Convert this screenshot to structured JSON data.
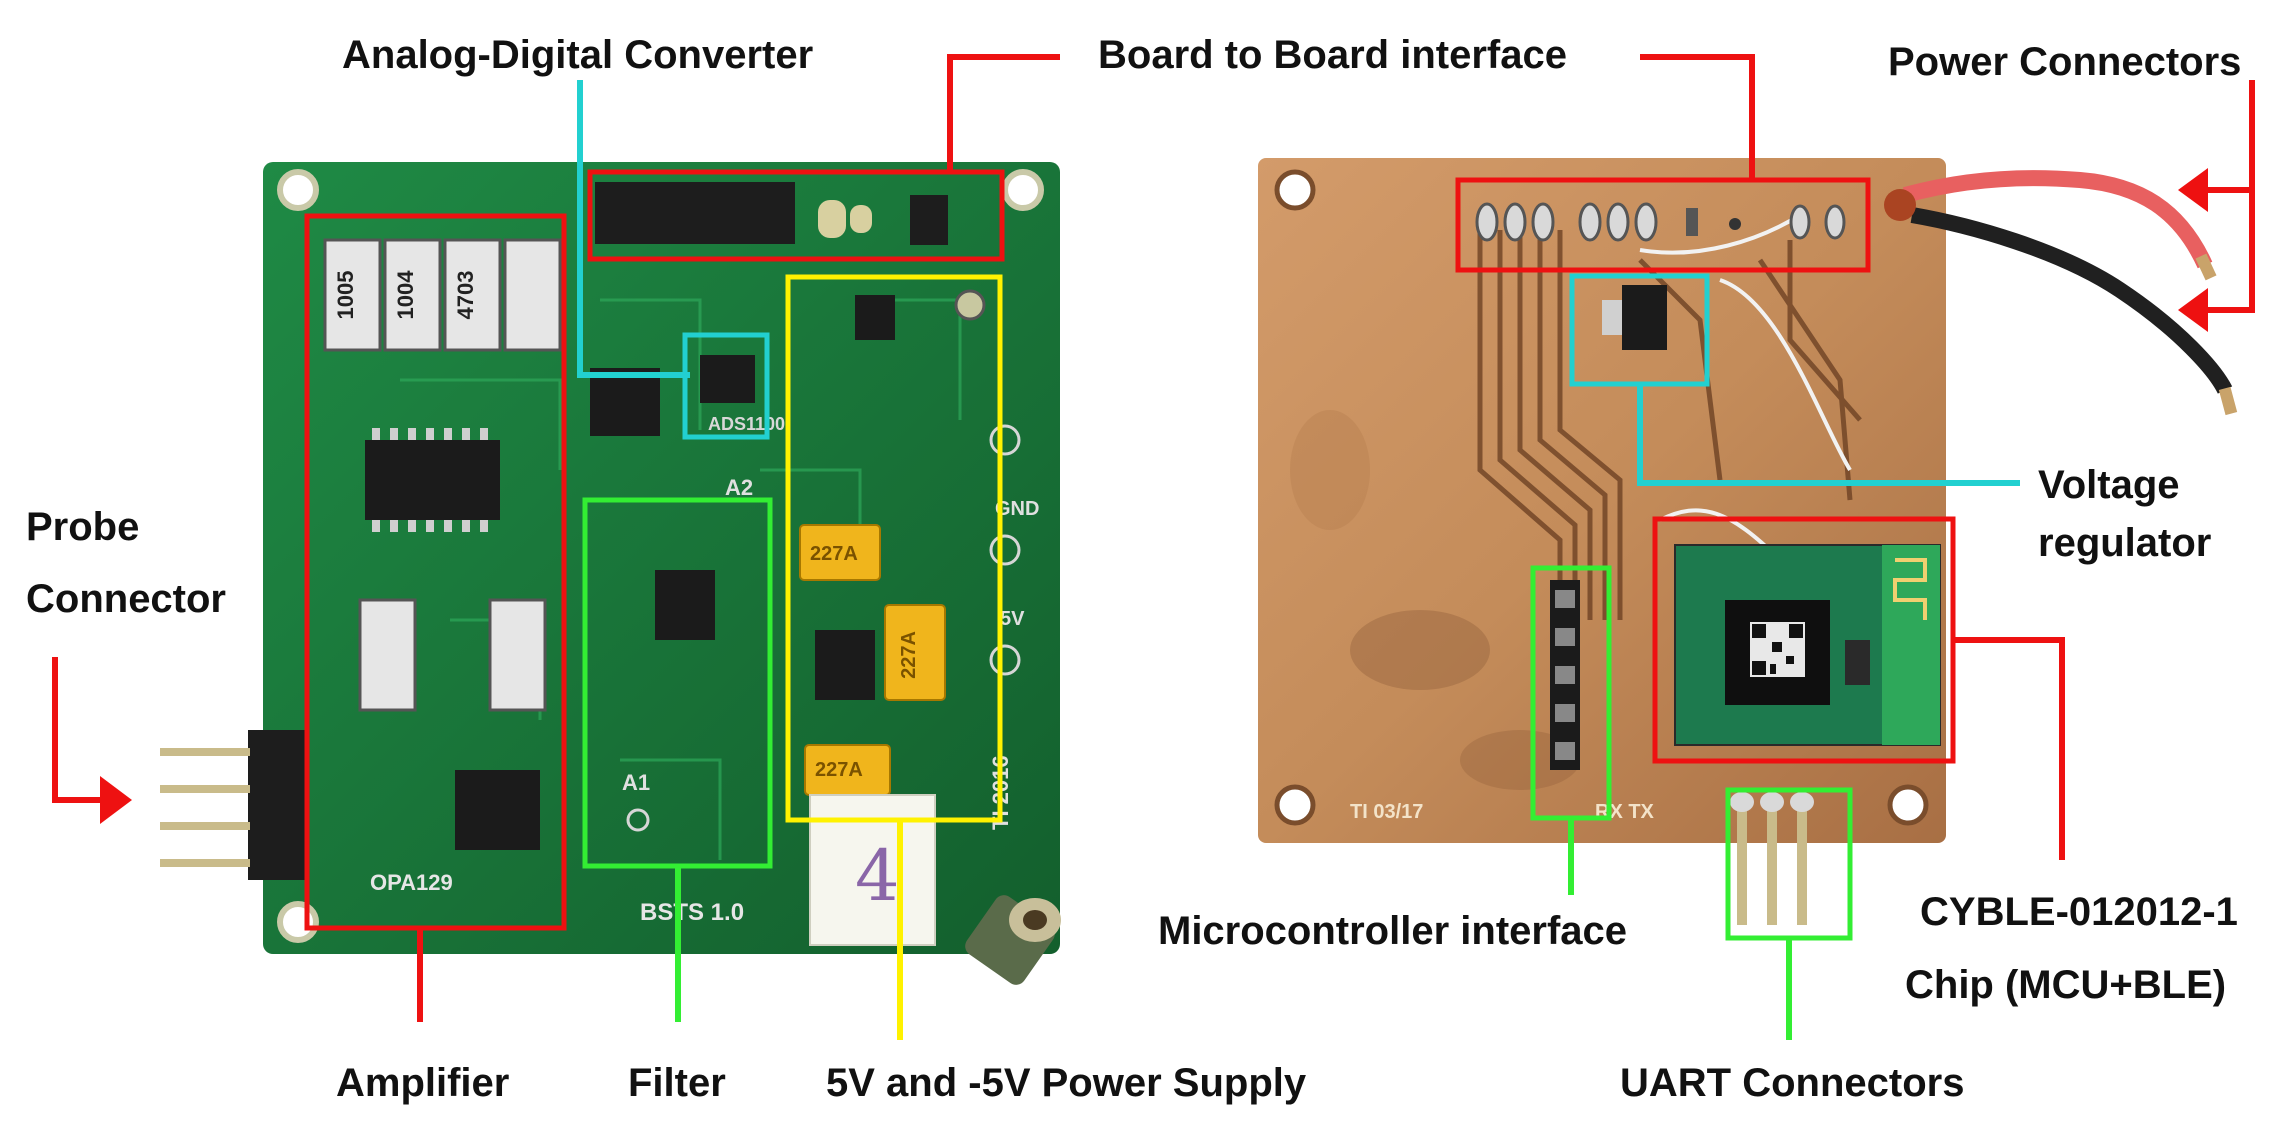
{
  "labels": {
    "adc": "Analog-Digital Converter",
    "board_to_board": "Board to Board interface",
    "power_connectors": "Power Connectors",
    "probe_line1": "Probe",
    "probe_line2": "Connector",
    "voltage_line1": "Voltage",
    "voltage_line2": "regulator",
    "amplifier": "Amplifier",
    "filter": "Filter",
    "power_supply": "5V and -5V Power Supply",
    "micro_interface": "Microcontroller interface",
    "uart": "UART Connectors",
    "cyble_line1": "CYBLE-012012-1",
    "cyble_line2": "Chip (MCU+BLE)"
  },
  "board_markings": {
    "r1": "1005",
    "r2": "1004",
    "r3": "4703",
    "adc_chip": "ADS1100",
    "a2": "A2",
    "a1": "A1",
    "gnd": "GND",
    "v5": "5V",
    "cap1": "227A",
    "cap2": "227A",
    "cap3": "227A",
    "opa": "OPA129",
    "version": "BSTS 1.0",
    "year": "TI 2016",
    "sticker": "4",
    "right_date": "TI 03/17",
    "rx_tx": "RX TX"
  },
  "colors": {
    "red": "#ee1111",
    "cyan": "#22d0d0",
    "green": "#33ee33",
    "yellow": "#fff200",
    "pcb_green": "#1a7a3c",
    "copper": "#c48c5a"
  }
}
